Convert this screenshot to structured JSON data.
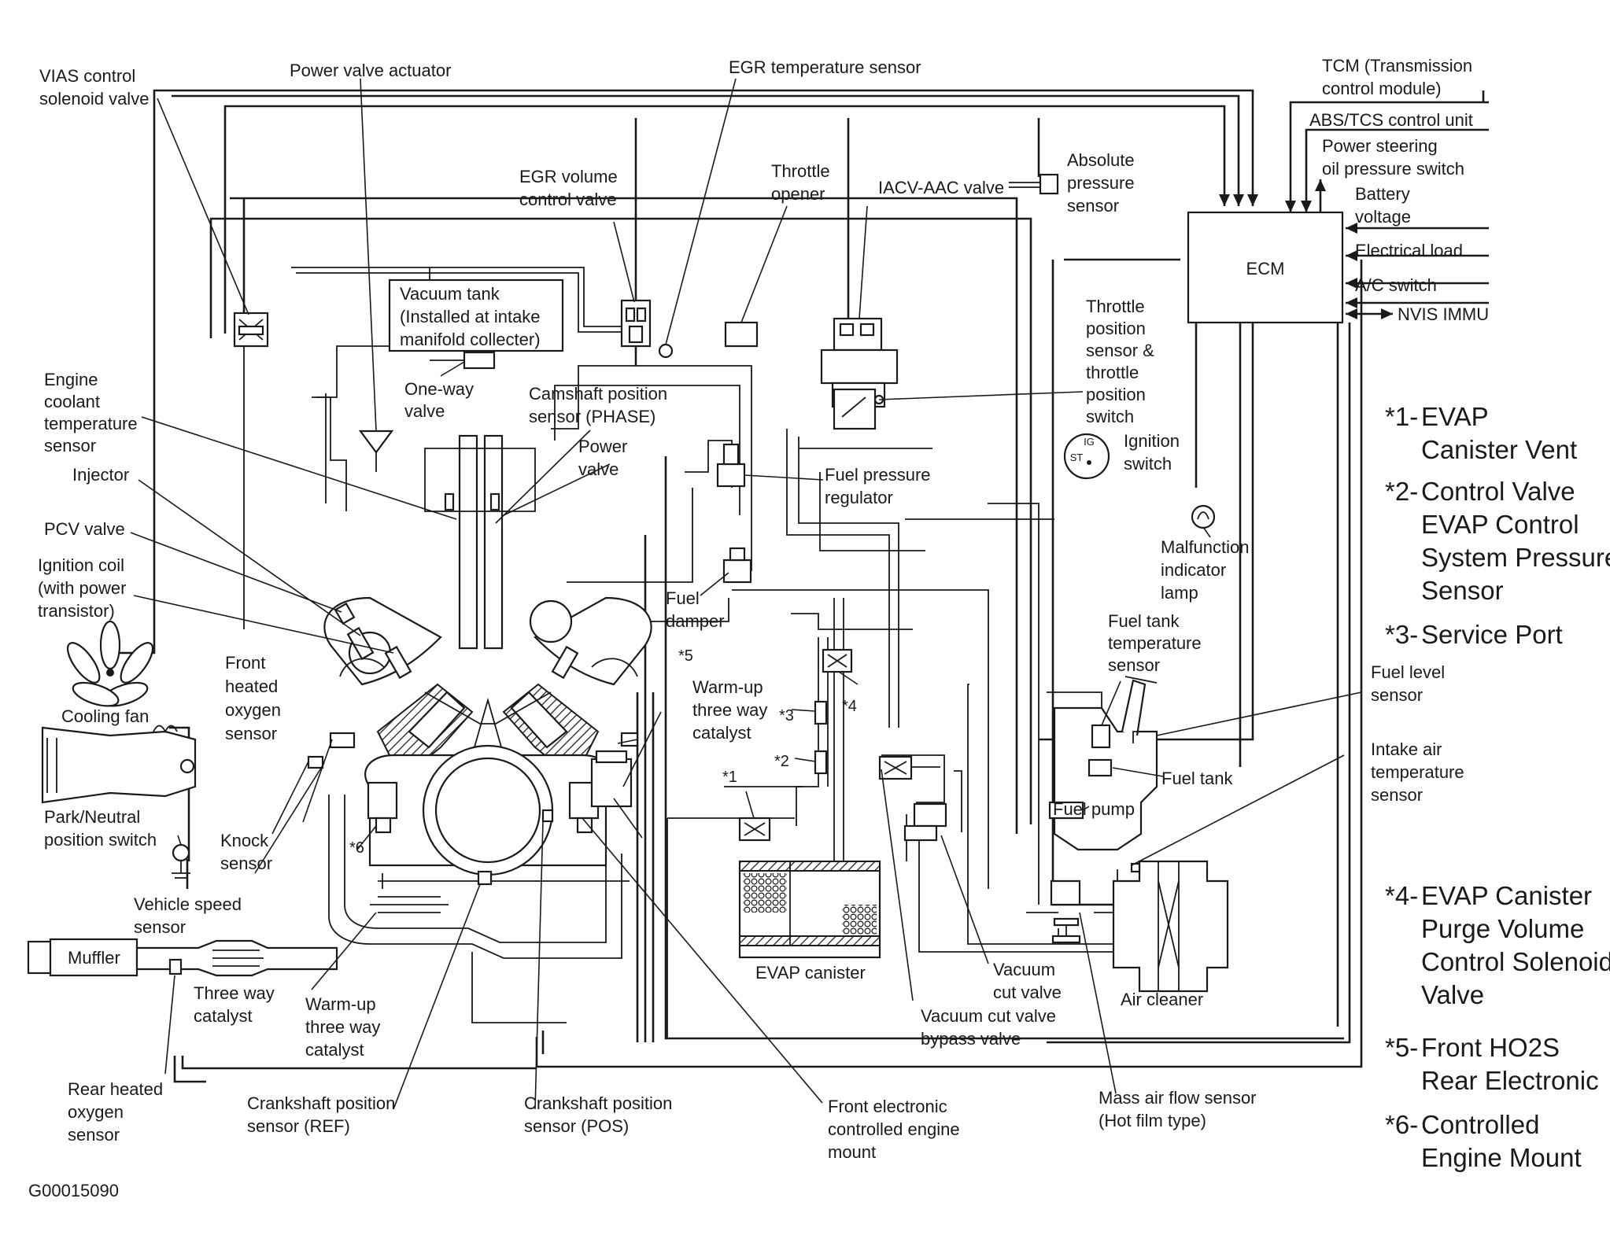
{
  "labels": {
    "vias": "VIAS control\nsolenoid valve",
    "power_valve_actuator": "Power valve actuator",
    "egr_temp": "EGR temperature sensor",
    "tcm": "TCM (Transmission\ncontrol module)",
    "abs": "ABS/TCS control unit",
    "power_steering": "Power steering\noil pressure switch",
    "battery": "Battery\nvoltage",
    "electrical_load": "Electrical load",
    "ac_switch": "A/C switch",
    "nvis": "NVIS IMMU",
    "ecm": "ECM",
    "egr_volume": "EGR volume\ncontrol valve",
    "throttle_opener": "Throttle\nopener",
    "iacv": "IACV-AAC valve",
    "abs_pressure": "Absolute\npressure\nsensor",
    "vacuum_tank": "Vacuum tank\n(Installed at intake\nmanifold collecter)",
    "tps": "Throttle\nposition\nsensor &\nthrottle\nposition\nswitch",
    "one_way": "One-way\nvalve",
    "engine_coolant": "Engine\ncoolant\ntemperature\nsensor",
    "camshaft": "Camshaft position\nsensor (PHASE)",
    "power_valve": "Power\nvalve",
    "injector": "Injector",
    "fuel_pressure_reg": "Fuel pressure\nregulator",
    "ignition_switch": "Ignition\nswitch",
    "pcv": "PCV valve",
    "ignition_coil": "Ignition coil\n(with power\ntransistor)",
    "mil": "Malfunction\nindicator\nlamp",
    "fuel_damper": "Fuel\ndamper",
    "fuel_tank_temp": "Fuel tank\ntemperature\nsensor",
    "front_ho2s": "Front\nheated\noxygen\nsensor",
    "warmup_front": "Warm-up\nthree way\ncatalyst",
    "fuel_level": "Fuel level\nsensor",
    "cooling_fan": "Cooling fan",
    "intake_air_temp": "Intake air\ntemperature\nsensor",
    "fuel_tank": "Fuel tank",
    "fuel_pump": "Fuel pump",
    "park_neutral": "Park/Neutral\nposition switch",
    "knock": "Knock\nsensor",
    "vehicle_speed": "Vehicle speed\nsensor",
    "evap_canister": "EVAP canister",
    "vacuum_cut": "Vacuum\ncut valve",
    "air_cleaner": "Air cleaner",
    "muffler": "Muffler",
    "three_way": "Three way\ncatalyst",
    "warmup_rear": "Warm-up\nthree way\ncatalyst",
    "vacuum_bypass": "Vacuum cut valve\nbypass valve",
    "rear_ho2s": "Rear heated\noxygen\nsensor",
    "crank_ref": "Crankshaft position\nsensor (REF)",
    "crank_pos": "Crankshaft position\nsensor (POS)",
    "front_mount": "Front electronic\ncontrolled engine\nmount",
    "maf": "Mass air flow sensor\n(Hot film type)",
    "code": "G00015090"
  },
  "markers": [
    "*1",
    "*2",
    "*3",
    "*4",
    "*5",
    "*6"
  ],
  "legend": [
    {
      "mark": "*1-",
      "lines": [
        "EVAP",
        "Canister Vent"
      ]
    },
    {
      "mark": "*2-",
      "lines": [
        "Control Valve",
        "EVAP Control",
        "System Pressure",
        "Sensor"
      ]
    },
    {
      "mark": "*3-",
      "lines": [
        "Service Port"
      ]
    },
    {
      "mark": "*4-",
      "lines": [
        "EVAP Canister",
        "Purge Volume",
        "Control Solenoid",
        "Valve"
      ]
    },
    {
      "mark": "*5-",
      "lines": [
        "Front HO2S",
        "Rear Electronic"
      ]
    },
    {
      "mark": "*6-",
      "lines": [
        "Controlled",
        "Engine Mount"
      ]
    }
  ],
  "ignition_switch_glyphs": [
    "IG",
    "ST"
  ]
}
